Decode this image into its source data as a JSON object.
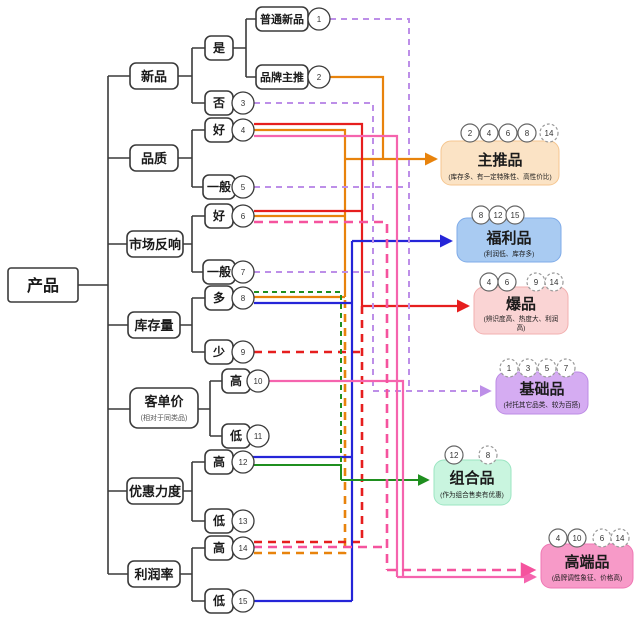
{
  "tree": {
    "root": "产品",
    "branches": {
      "xinpin": "新品",
      "pinzhi": "品质",
      "shichang": "市场反响",
      "kucun": "库存量",
      "kedanjia": "客单价",
      "kedanjia_note": "(相对于同类品)",
      "youhui": "优惠力度",
      "lirun": "利润率"
    },
    "options": {
      "shi": "是",
      "fou": "否",
      "putong": "普通新品",
      "pinpai": "品牌主推",
      "hao_pz": "好",
      "yiban_pz": "一般",
      "hao_sc": "好",
      "yiban_sc": "一般",
      "duo": "多",
      "shao": "少",
      "gao_kdj": "高",
      "di_kdj": "低",
      "gao_yh": "高",
      "di_yh": "低",
      "gao_lr": "高",
      "di_lr": "低"
    },
    "numbers": {
      "n1": "1",
      "n2": "2",
      "n3": "3",
      "n4": "4",
      "n5": "5",
      "n6": "6",
      "n7": "7",
      "n8": "8",
      "n9": "9",
      "n10": "10",
      "n11": "11",
      "n12": "12",
      "n13": "13",
      "n14": "14",
      "n15": "15"
    }
  },
  "categories": {
    "zhutui": {
      "title": "主推品",
      "note": "(库存多、有一定特殊性、高性价比)",
      "solid": [
        "2",
        "4",
        "6",
        "8"
      ],
      "dashed": [
        "14"
      ]
    },
    "fuli": {
      "title": "福利品",
      "note": "(利润低、库存多)",
      "solid": [
        "8",
        "12",
        "15"
      ],
      "dashed": []
    },
    "bao": {
      "title": "爆品",
      "note_l1": "(辨识度高、热度大、利润",
      "note_l2": "高)",
      "solid": [
        "4",
        "6"
      ],
      "dashed": [
        "9",
        "14"
      ]
    },
    "jichu": {
      "title": "基础品",
      "note": "(衬托其它品类、较为百搭)",
      "solid": [],
      "dashed": [
        "1",
        "3",
        "5",
        "7"
      ]
    },
    "zuhe": {
      "title": "组合品",
      "note": "(作为组合售卖有优惠)",
      "solid": [
        "12"
      ],
      "dashed": [
        "8"
      ]
    },
    "gaoduan": {
      "title": "高端品",
      "note": "(品牌调性象征、价格高)",
      "solid": [
        "4",
        "10"
      ],
      "dashed": [
        "6",
        "14"
      ]
    }
  },
  "colors": {
    "line_orange": "#E8830C",
    "line_red": "#E61E1E",
    "line_blue": "#2525D8",
    "line_green": "#1F8F1F",
    "line_purple_dashed": "#BD8FE8",
    "line_pink": "#F564AE",
    "line_pink_dashed": "#F5539E",
    "zhutui_fill": "#FBE3C5",
    "fuli_fill": "#A9CBF2",
    "bao_fill": "#FAD4D4",
    "jichu_fill": "#D5ACF2",
    "zuhe_fill": "#C9F5DF",
    "gaoduan_fill": "#F79AC8"
  }
}
